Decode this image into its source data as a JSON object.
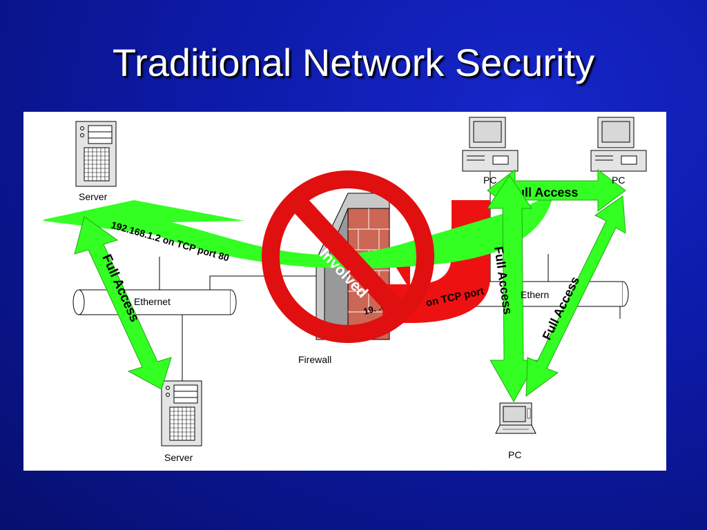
{
  "slide": {
    "title": "Traditional Network Security"
  },
  "nodes": {
    "server_top": "Server",
    "server_bottom": "Server",
    "pc_top_left": "PC",
    "pc_top_right": "PC",
    "pc_bottom": "PC",
    "firewall": "Firewall"
  },
  "segments": {
    "left": "Ethernet",
    "right": "Ethern"
  },
  "labels": {
    "http_green": "192.168.1.2 on TCP port 80",
    "http_red": "on TCP port",
    "http_red_partial": "19.  .68.",
    "full_access_left": "Full Access",
    "full_access_top": "Full Access",
    "full_access_mid": "Full Access",
    "full_access_right": "Full Access",
    "not_involved": "Not Involved"
  },
  "colors": {
    "background": "#0c1aa6",
    "panel": "#ffffff",
    "full_access_arrow": "#33ff22",
    "blocked_arrow": "#ee1111",
    "no_sign": "#e01010",
    "firewall_brick": "#cc6655"
  }
}
